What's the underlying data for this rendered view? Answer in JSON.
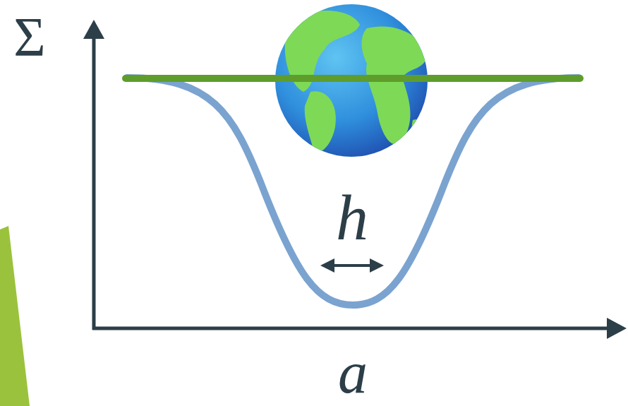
{
  "diagram": {
    "labels": [
      "Σ",
      "h",
      "a"
    ]
  }
}
